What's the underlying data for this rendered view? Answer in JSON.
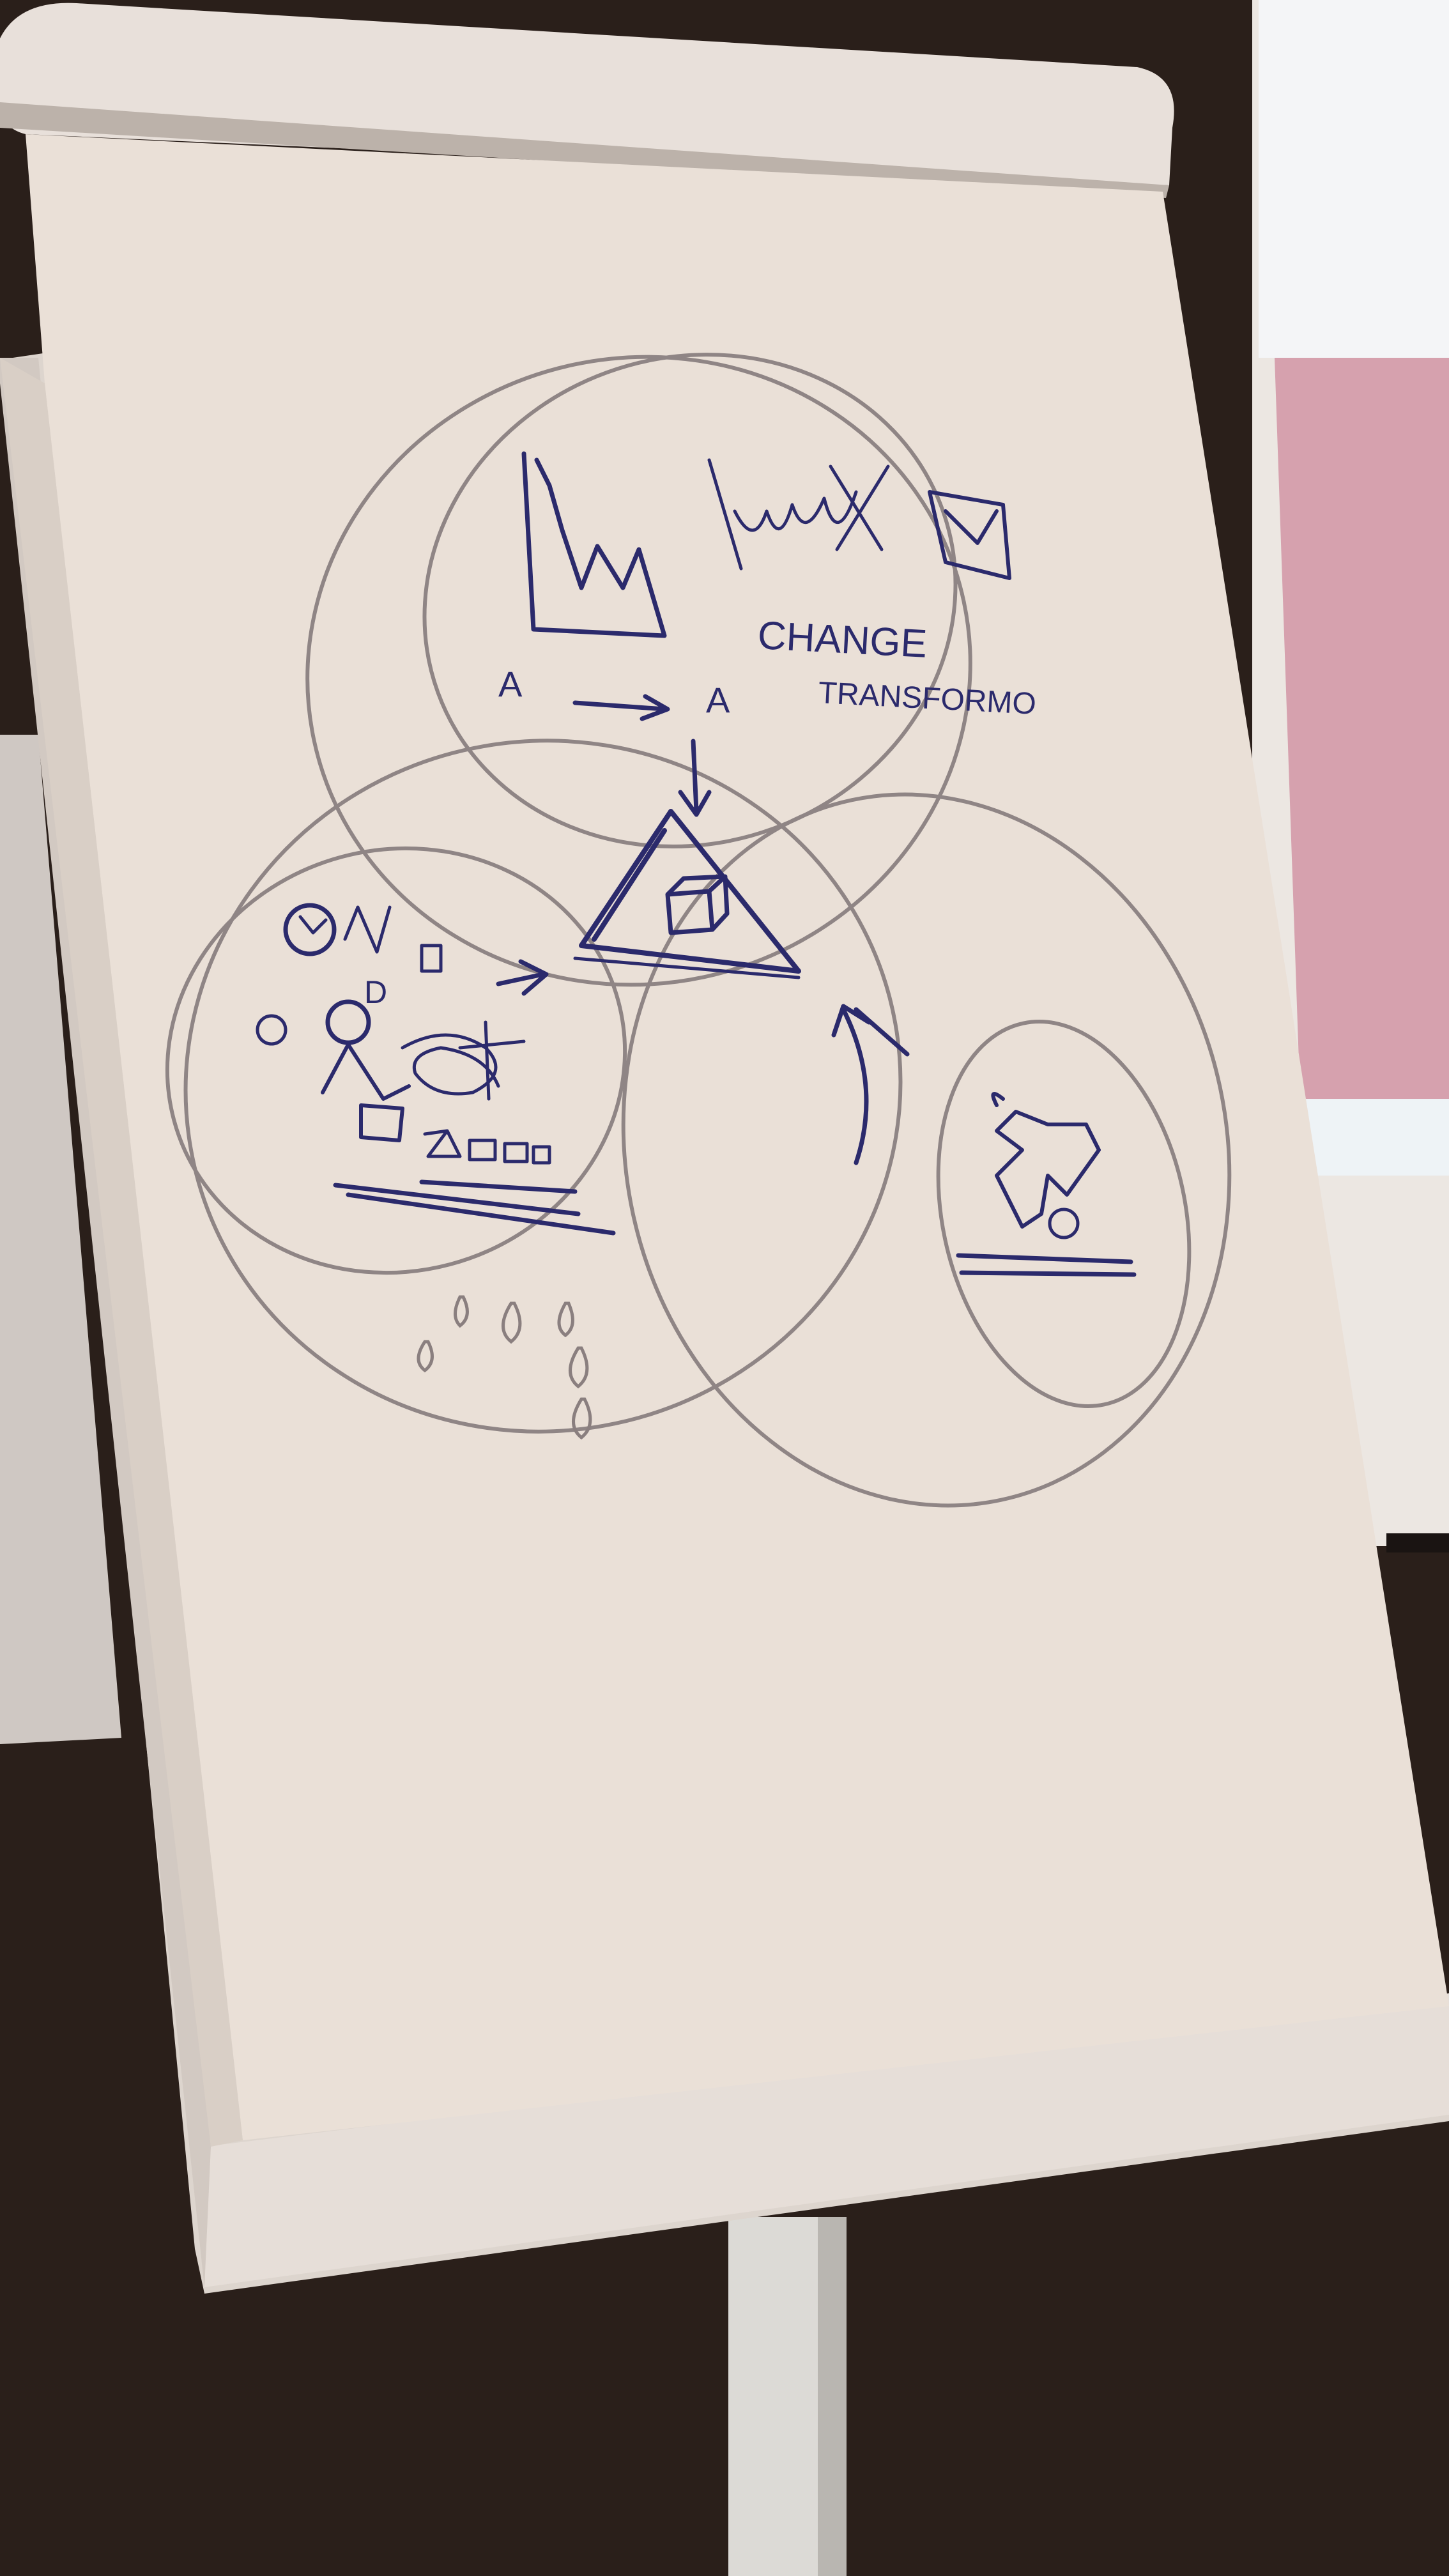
{
  "scene": {
    "description_free": true,
    "colors": {
      "wall": "#2a1f1a",
      "screen_white": "#f2f2f3",
      "screen_pink": "#d79fae",
      "paper": "#e9ddd3",
      "paper_shadow": "#cdbfb3",
      "ink_blue": "#2a2a6e",
      "pencil": "#8a8080",
      "stand": "#d8d6d2"
    }
  },
  "drawing": {
    "label_change": "CHANGE",
    "label_transform": "TRANSFORMO",
    "label_a_left": "A",
    "label_a_right": "A",
    "label_d": "D"
  }
}
